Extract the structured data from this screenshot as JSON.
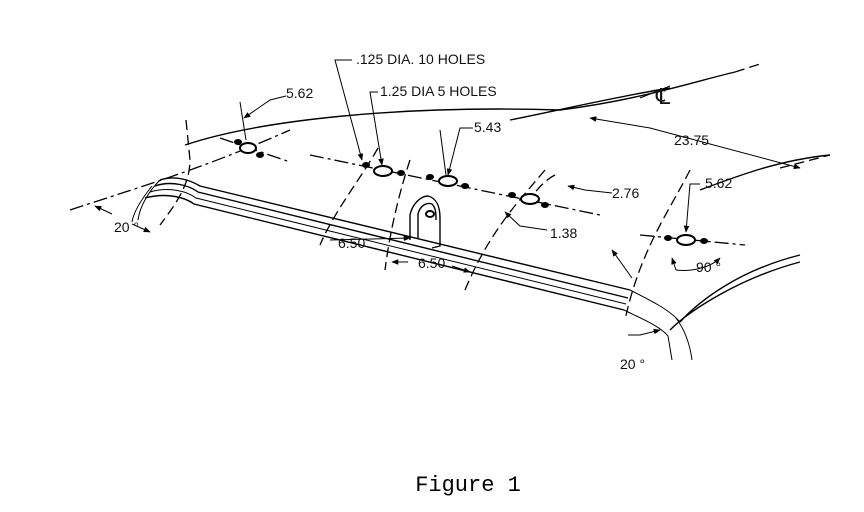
{
  "figure": {
    "caption": "Figure 1",
    "labels": {
      "small_holes": ".125 DIA. 10 HOLES",
      "large_holes": "1.25 DIA 5 HOLES",
      "centerline": "℄",
      "dim_5_62_left": "5.62",
      "dim_5_43": "5.43",
      "dim_23_75": "23.75",
      "dim_2_76": "2.76",
      "dim_1_38": "1.38",
      "dim_5_62_right": "5.62",
      "dim_6_50_a": "6.50",
      "dim_6_50_b": "6.50",
      "angle_20_left": "20 °",
      "angle_20_right": "20 °",
      "angle_90": "90 °"
    }
  }
}
